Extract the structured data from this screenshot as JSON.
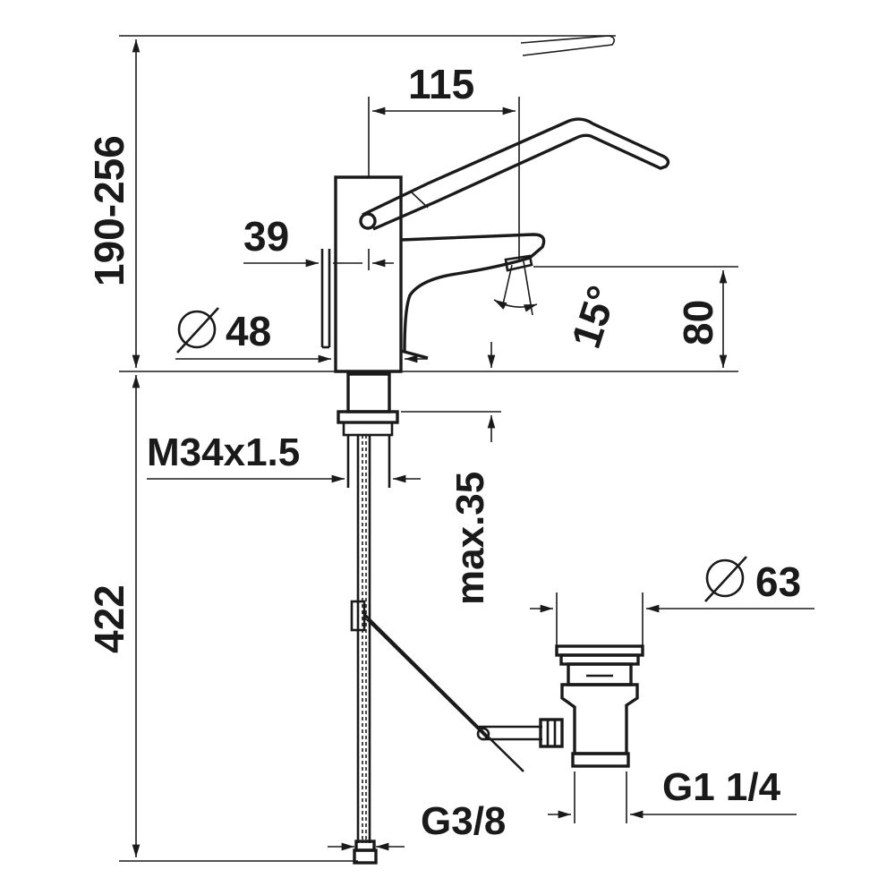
{
  "drawing": {
    "dimensions": {
      "height_range": "190-256",
      "spout_reach": "115",
      "handle_offset": "39",
      "base_diameter": "48",
      "spray_angle": "15°",
      "spout_height": "80",
      "thread": "M34x1.5",
      "max_thickness": "max.35",
      "hose_length": "422",
      "drain_diameter": "63",
      "hose_connection": "G3/8",
      "drain_thread": "G1 1/4"
    },
    "diameter_symbol": "⌀",
    "line_color": "#1a1a1a",
    "background_color": "#ffffff"
  }
}
